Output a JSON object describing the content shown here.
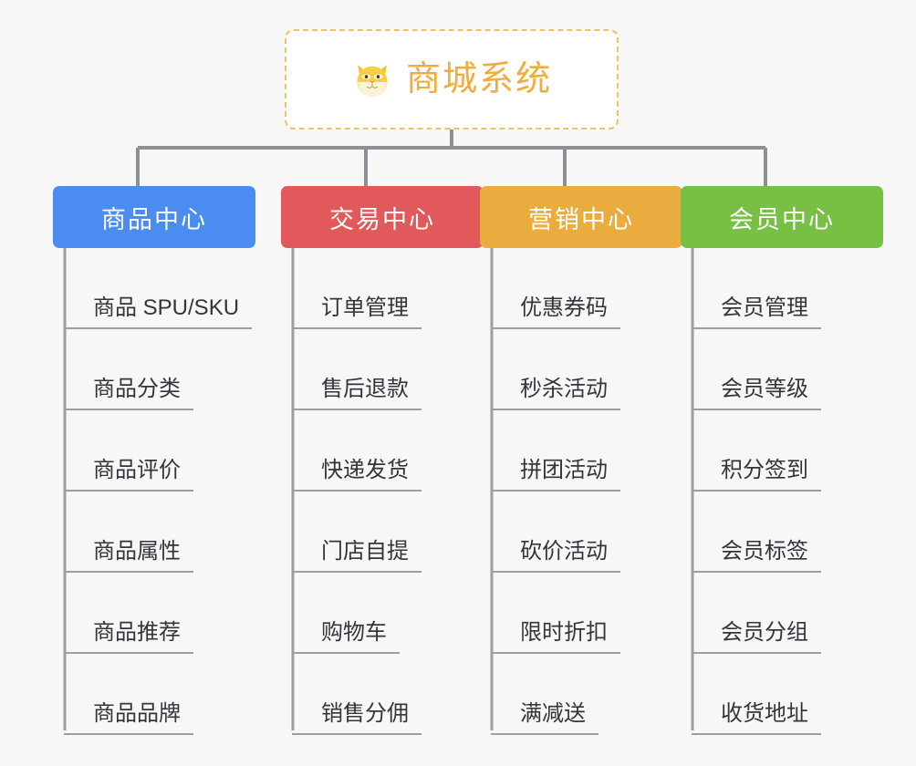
{
  "page": {
    "background_color": "#f7f7f7",
    "type": "mindmap"
  },
  "root": {
    "title": "商城系统",
    "icon": "fox-face-emoji",
    "text_color": "#f0ad3e",
    "border_color": "#f2c25c",
    "background_color": "#ffffff"
  },
  "connector": {
    "color": "#8c8f94"
  },
  "branches": [
    {
      "label": "商品中心",
      "color": "#4a8cf0",
      "items": [
        {
          "label": "商品 SPU/SKU"
        },
        {
          "label": "商品分类"
        },
        {
          "label": "商品评价"
        },
        {
          "label": "商品属性"
        },
        {
          "label": "商品推荐"
        },
        {
          "label": "商品品牌"
        }
      ]
    },
    {
      "label": "交易中心",
      "color": "#e2595c",
      "items": [
        {
          "label": "订单管理"
        },
        {
          "label": "售后退款"
        },
        {
          "label": "快递发货"
        },
        {
          "label": "门店自提"
        },
        {
          "label": "购物车"
        },
        {
          "label": "销售分佣"
        }
      ]
    },
    {
      "label": "营销中心",
      "color": "#eaac3e",
      "items": [
        {
          "label": "优惠券码"
        },
        {
          "label": "秒杀活动"
        },
        {
          "label": "拼团活动"
        },
        {
          "label": "砍价活动"
        },
        {
          "label": "限时折扣"
        },
        {
          "label": "满减送"
        }
      ]
    },
    {
      "label": "会员中心",
      "color": "#77c043",
      "items": [
        {
          "label": "会员管理"
        },
        {
          "label": "会员等级"
        },
        {
          "label": "积分签到"
        },
        {
          "label": "会员标签"
        },
        {
          "label": "会员分组"
        },
        {
          "label": "收货地址"
        }
      ]
    }
  ]
}
